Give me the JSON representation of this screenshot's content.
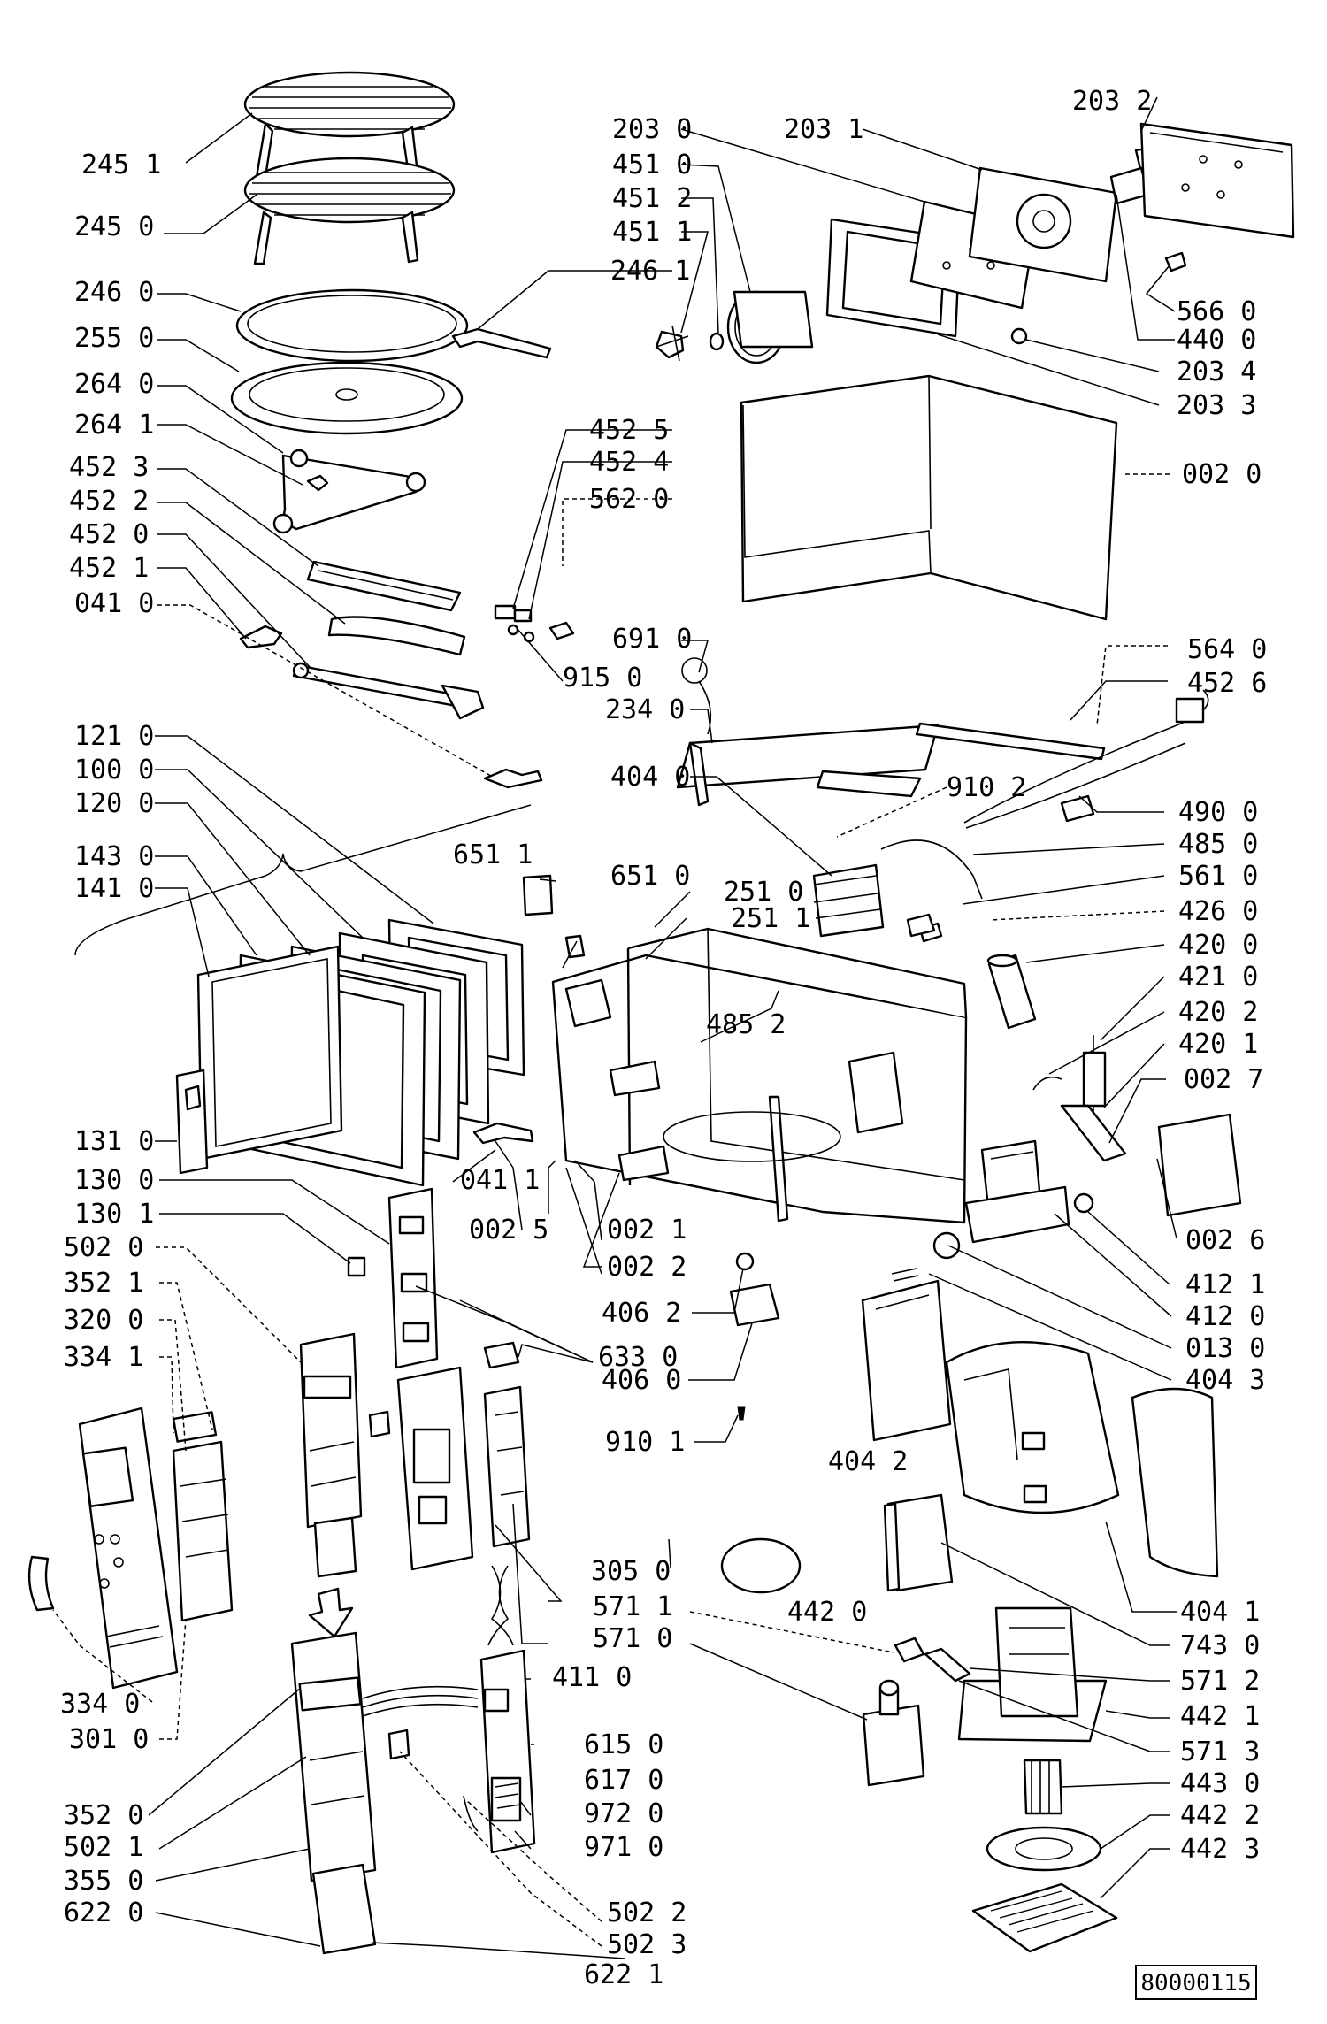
{
  "doc_number": "80000115",
  "callouts": [
    {
      "id": "c-2451",
      "text": "245 1"
    },
    {
      "id": "c-2450",
      "text": "245 0"
    },
    {
      "id": "c-2460",
      "text": "246 0"
    },
    {
      "id": "c-2550",
      "text": "255 0"
    },
    {
      "id": "c-2640",
      "text": "264 0"
    },
    {
      "id": "c-2641",
      "text": "264 1"
    },
    {
      "id": "c-4523",
      "text": "452 3"
    },
    {
      "id": "c-4522",
      "text": "452 2"
    },
    {
      "id": "c-4520",
      "text": "452 0"
    },
    {
      "id": "c-4521",
      "text": "452 1"
    },
    {
      "id": "c-0410",
      "text": "041 0"
    },
    {
      "id": "c-2030",
      "text": "203 0"
    },
    {
      "id": "c-2031",
      "text": "203 1"
    },
    {
      "id": "c-2032",
      "text": "203 2"
    },
    {
      "id": "c-4510",
      "text": "451 0"
    },
    {
      "id": "c-4512",
      "text": "451 2"
    },
    {
      "id": "c-4511",
      "text": "451 1"
    },
    {
      "id": "c-2461",
      "text": "246 1"
    },
    {
      "id": "c-5660",
      "text": "566 0"
    },
    {
      "id": "c-4400",
      "text": "440 0"
    },
    {
      "id": "c-2034",
      "text": "203 4"
    },
    {
      "id": "c-2033",
      "text": "203 3"
    },
    {
      "id": "c-0020",
      "text": "002 0"
    },
    {
      "id": "c-4525",
      "text": "452 5"
    },
    {
      "id": "c-4524",
      "text": "452 4"
    },
    {
      "id": "c-5620",
      "text": "562 0"
    },
    {
      "id": "c-9150",
      "text": "915 0"
    },
    {
      "id": "c-6910",
      "text": "691 0"
    },
    {
      "id": "c-2340",
      "text": "234 0"
    },
    {
      "id": "c-4040",
      "text": "404 0"
    },
    {
      "id": "c-5640",
      "text": "564 0"
    },
    {
      "id": "c-4526",
      "text": "452 6"
    },
    {
      "id": "c-9102",
      "text": "910 2"
    },
    {
      "id": "c-4900",
      "text": "490 0"
    },
    {
      "id": "c-4850",
      "text": "485 0"
    },
    {
      "id": "c-5610",
      "text": "561 0"
    },
    {
      "id": "c-4260",
      "text": "426 0"
    },
    {
      "id": "c-4200",
      "text": "420 0"
    },
    {
      "id": "c-4210",
      "text": "421 0"
    },
    {
      "id": "c-4202",
      "text": "420 2"
    },
    {
      "id": "c-4201",
      "text": "420 1"
    },
    {
      "id": "c-0027",
      "text": "002 7"
    },
    {
      "id": "c-1210",
      "text": "121 0"
    },
    {
      "id": "c-1000",
      "text": "100 0"
    },
    {
      "id": "c-1200",
      "text": "120 0"
    },
    {
      "id": "c-1430",
      "text": "143 0"
    },
    {
      "id": "c-1410",
      "text": "141 0"
    },
    {
      "id": "c-6511",
      "text": "651 1"
    },
    {
      "id": "c-6510",
      "text": "651 0"
    },
    {
      "id": "c-2510",
      "text": "251 0"
    },
    {
      "id": "c-2511",
      "text": "251 1"
    },
    {
      "id": "c-4852",
      "text": "485 2"
    },
    {
      "id": "c-1310",
      "text": "131 0"
    },
    {
      "id": "c-1300",
      "text": "130 0"
    },
    {
      "id": "c-1301",
      "text": "130 1"
    },
    {
      "id": "c-0411",
      "text": "041 1"
    },
    {
      "id": "c-0025",
      "text": "002 5"
    },
    {
      "id": "c-0021",
      "text": "002 1"
    },
    {
      "id": "c-0022",
      "text": "002 2"
    },
    {
      "id": "c-0026",
      "text": "002 6"
    },
    {
      "id": "c-4121",
      "text": "412 1"
    },
    {
      "id": "c-4120",
      "text": "412 0"
    },
    {
      "id": "c-0130",
      "text": "013 0"
    },
    {
      "id": "c-4043",
      "text": "404 3"
    },
    {
      "id": "c-5020",
      "text": "502 0"
    },
    {
      "id": "c-3521",
      "text": "352 1"
    },
    {
      "id": "c-3200",
      "text": "320 0"
    },
    {
      "id": "c-3341",
      "text": "334 1"
    },
    {
      "id": "c-4062",
      "text": "406 2"
    },
    {
      "id": "c-6330",
      "text": "633 0"
    },
    {
      "id": "c-4060",
      "text": "406 0"
    },
    {
      "id": "c-9101",
      "text": "910 1"
    },
    {
      "id": "c-4042",
      "text": "404 2"
    },
    {
      "id": "c-3050",
      "text": "305 0"
    },
    {
      "id": "c-5711",
      "text": "571 1"
    },
    {
      "id": "c-5710",
      "text": "571 0"
    },
    {
      "id": "c-4420",
      "text": "442 0"
    },
    {
      "id": "c-4041",
      "text": "404 1"
    },
    {
      "id": "c-7430",
      "text": "743 0"
    },
    {
      "id": "c-5712",
      "text": "571 2"
    },
    {
      "id": "c-4421",
      "text": "442 1"
    },
    {
      "id": "c-5713",
      "text": "571 3"
    },
    {
      "id": "c-4430",
      "text": "443 0"
    },
    {
      "id": "c-4422",
      "text": "442 2"
    },
    {
      "id": "c-4423",
      "text": "442 3"
    },
    {
      "id": "c-3340",
      "text": "334 0"
    },
    {
      "id": "c-3010",
      "text": "301 0"
    },
    {
      "id": "c-4110",
      "text": "411 0"
    },
    {
      "id": "c-6150",
      "text": "615 0"
    },
    {
      "id": "c-6170",
      "text": "617 0"
    },
    {
      "id": "c-9720",
      "text": "972 0"
    },
    {
      "id": "c-9710",
      "text": "971 0"
    },
    {
      "id": "c-3520",
      "text": "352 0"
    },
    {
      "id": "c-5021",
      "text": "502 1"
    },
    {
      "id": "c-3550",
      "text": "355 0"
    },
    {
      "id": "c-6220",
      "text": "622 0"
    },
    {
      "id": "c-5022",
      "text": "502 2"
    },
    {
      "id": "c-5023",
      "text": "502 3"
    },
    {
      "id": "c-6221",
      "text": "622 1"
    }
  ]
}
